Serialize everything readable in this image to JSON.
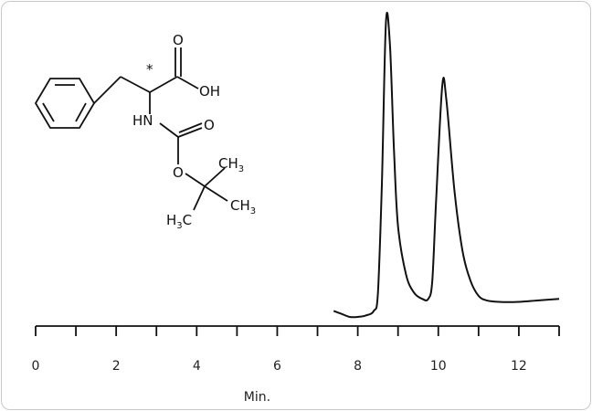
{
  "chart_data": {
    "type": "line",
    "title": "",
    "xlabel": "Min.",
    "ylabel": "",
    "xlim": [
      0,
      13
    ],
    "ylim": [
      0,
      1.0
    ],
    "xticks": [
      0,
      2,
      4,
      6,
      8,
      10,
      12
    ],
    "minor_tick_step": 1,
    "grid": false,
    "y_axis_visible": false,
    "line_color": "#111111",
    "series": [
      {
        "values_xy": [
          [
            7.4,
            0.02
          ],
          [
            7.6,
            0.01
          ],
          [
            7.8,
            0.0
          ],
          [
            8.0,
            0.0
          ],
          [
            8.2,
            0.005
          ],
          [
            8.4,
            0.02
          ],
          [
            8.5,
            0.08
          ],
          [
            8.6,
            0.45
          ],
          [
            8.7,
            0.98
          ],
          [
            8.8,
            0.9
          ],
          [
            8.9,
            0.55
          ],
          [
            9.0,
            0.3
          ],
          [
            9.2,
            0.14
          ],
          [
            9.4,
            0.08
          ],
          [
            9.6,
            0.06
          ],
          [
            9.75,
            0.06
          ],
          [
            9.85,
            0.12
          ],
          [
            9.95,
            0.4
          ],
          [
            10.1,
            0.77
          ],
          [
            10.2,
            0.72
          ],
          [
            10.4,
            0.42
          ],
          [
            10.6,
            0.22
          ],
          [
            10.8,
            0.12
          ],
          [
            11.0,
            0.07
          ],
          [
            11.2,
            0.055
          ],
          [
            11.5,
            0.05
          ],
          [
            12.0,
            0.05
          ],
          [
            12.5,
            0.055
          ],
          [
            13.0,
            0.06
          ]
        ]
      }
    ]
  },
  "structure": {
    "atoms": {
      "O_top": "O",
      "OH": "OH",
      "NH": "HN",
      "O_carbonyl": "O",
      "O_ester": "O",
      "stereo": "*",
      "CH3_a": "CH",
      "CH3_a_sub": "3",
      "CH3_b": "CH",
      "CH3_b_sub": "3",
      "H3C_pre": "H",
      "H3C_sub": "3",
      "H3C_post": "C"
    }
  }
}
